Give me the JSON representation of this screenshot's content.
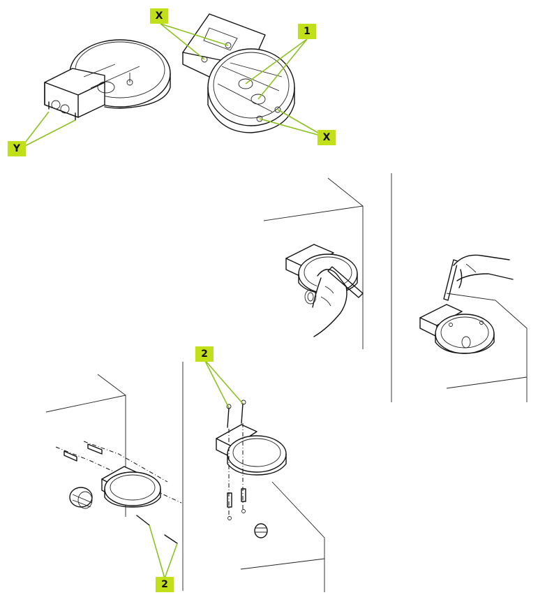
{
  "callouts": {
    "x_top": "X",
    "one": "1",
    "x_right": "X",
    "y": "Y",
    "two_top": "2",
    "two_bottom": "2"
  },
  "colors": {
    "callout_fill": "#c2e01a",
    "callout_line": "#8dc21f",
    "ink": "#111111",
    "background": "#ffffff"
  }
}
